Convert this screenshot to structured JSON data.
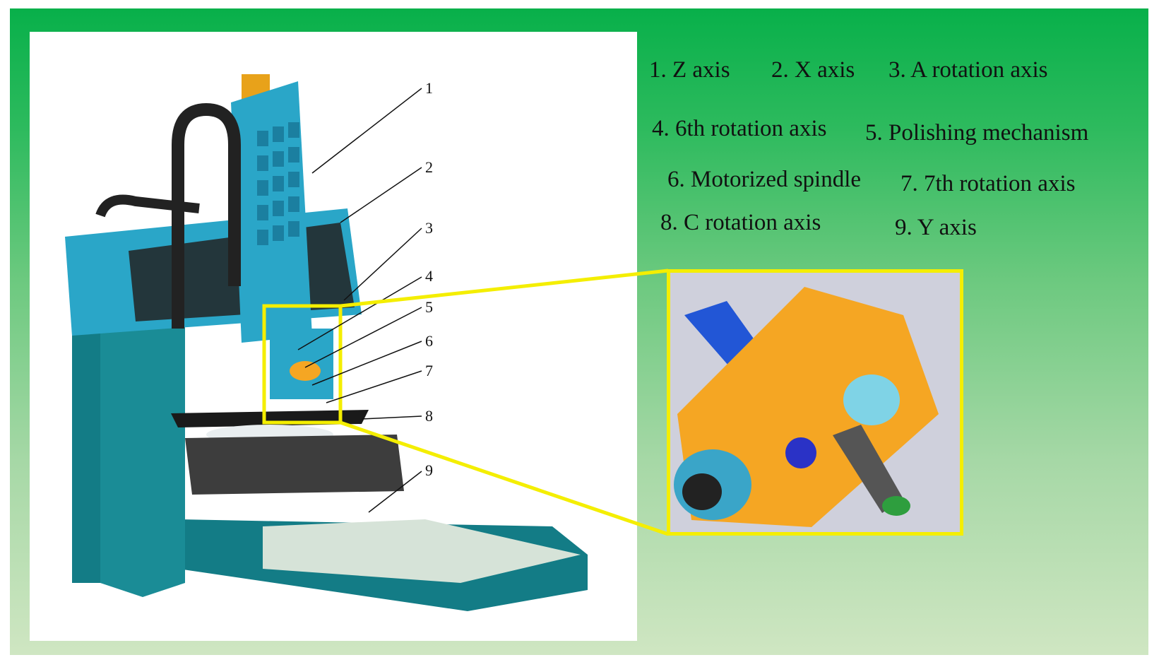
{
  "legend": [
    {
      "id": "1",
      "label": "1. Z axis"
    },
    {
      "id": "2",
      "label": "2. X axis"
    },
    {
      "id": "3",
      "label": "3. A  rotation axis"
    },
    {
      "id": "4",
      "label": "4. 6th  rotation axis"
    },
    {
      "id": "5",
      "label": "5. Polishing mechanism"
    },
    {
      "id": "6",
      "label": "6. Motorized spindle"
    },
    {
      "id": "7",
      "label": "7. 7th  rotation axis"
    },
    {
      "id": "8",
      "label": "8. C  rotation axis"
    },
    {
      "id": "9",
      "label": "9. Y axis"
    }
  ],
  "callouts": [
    "1",
    "2",
    "3",
    "4",
    "5",
    "6",
    "7",
    "8",
    "9"
  ],
  "colors": {
    "background_top": "#08b04a",
    "background_bottom": "#cfe6c2",
    "machine_blue": "#2aa6c8",
    "machine_teal": "#137c86",
    "highlight_yellow": "#f4ee00",
    "spindle_orange": "#f5a623"
  }
}
